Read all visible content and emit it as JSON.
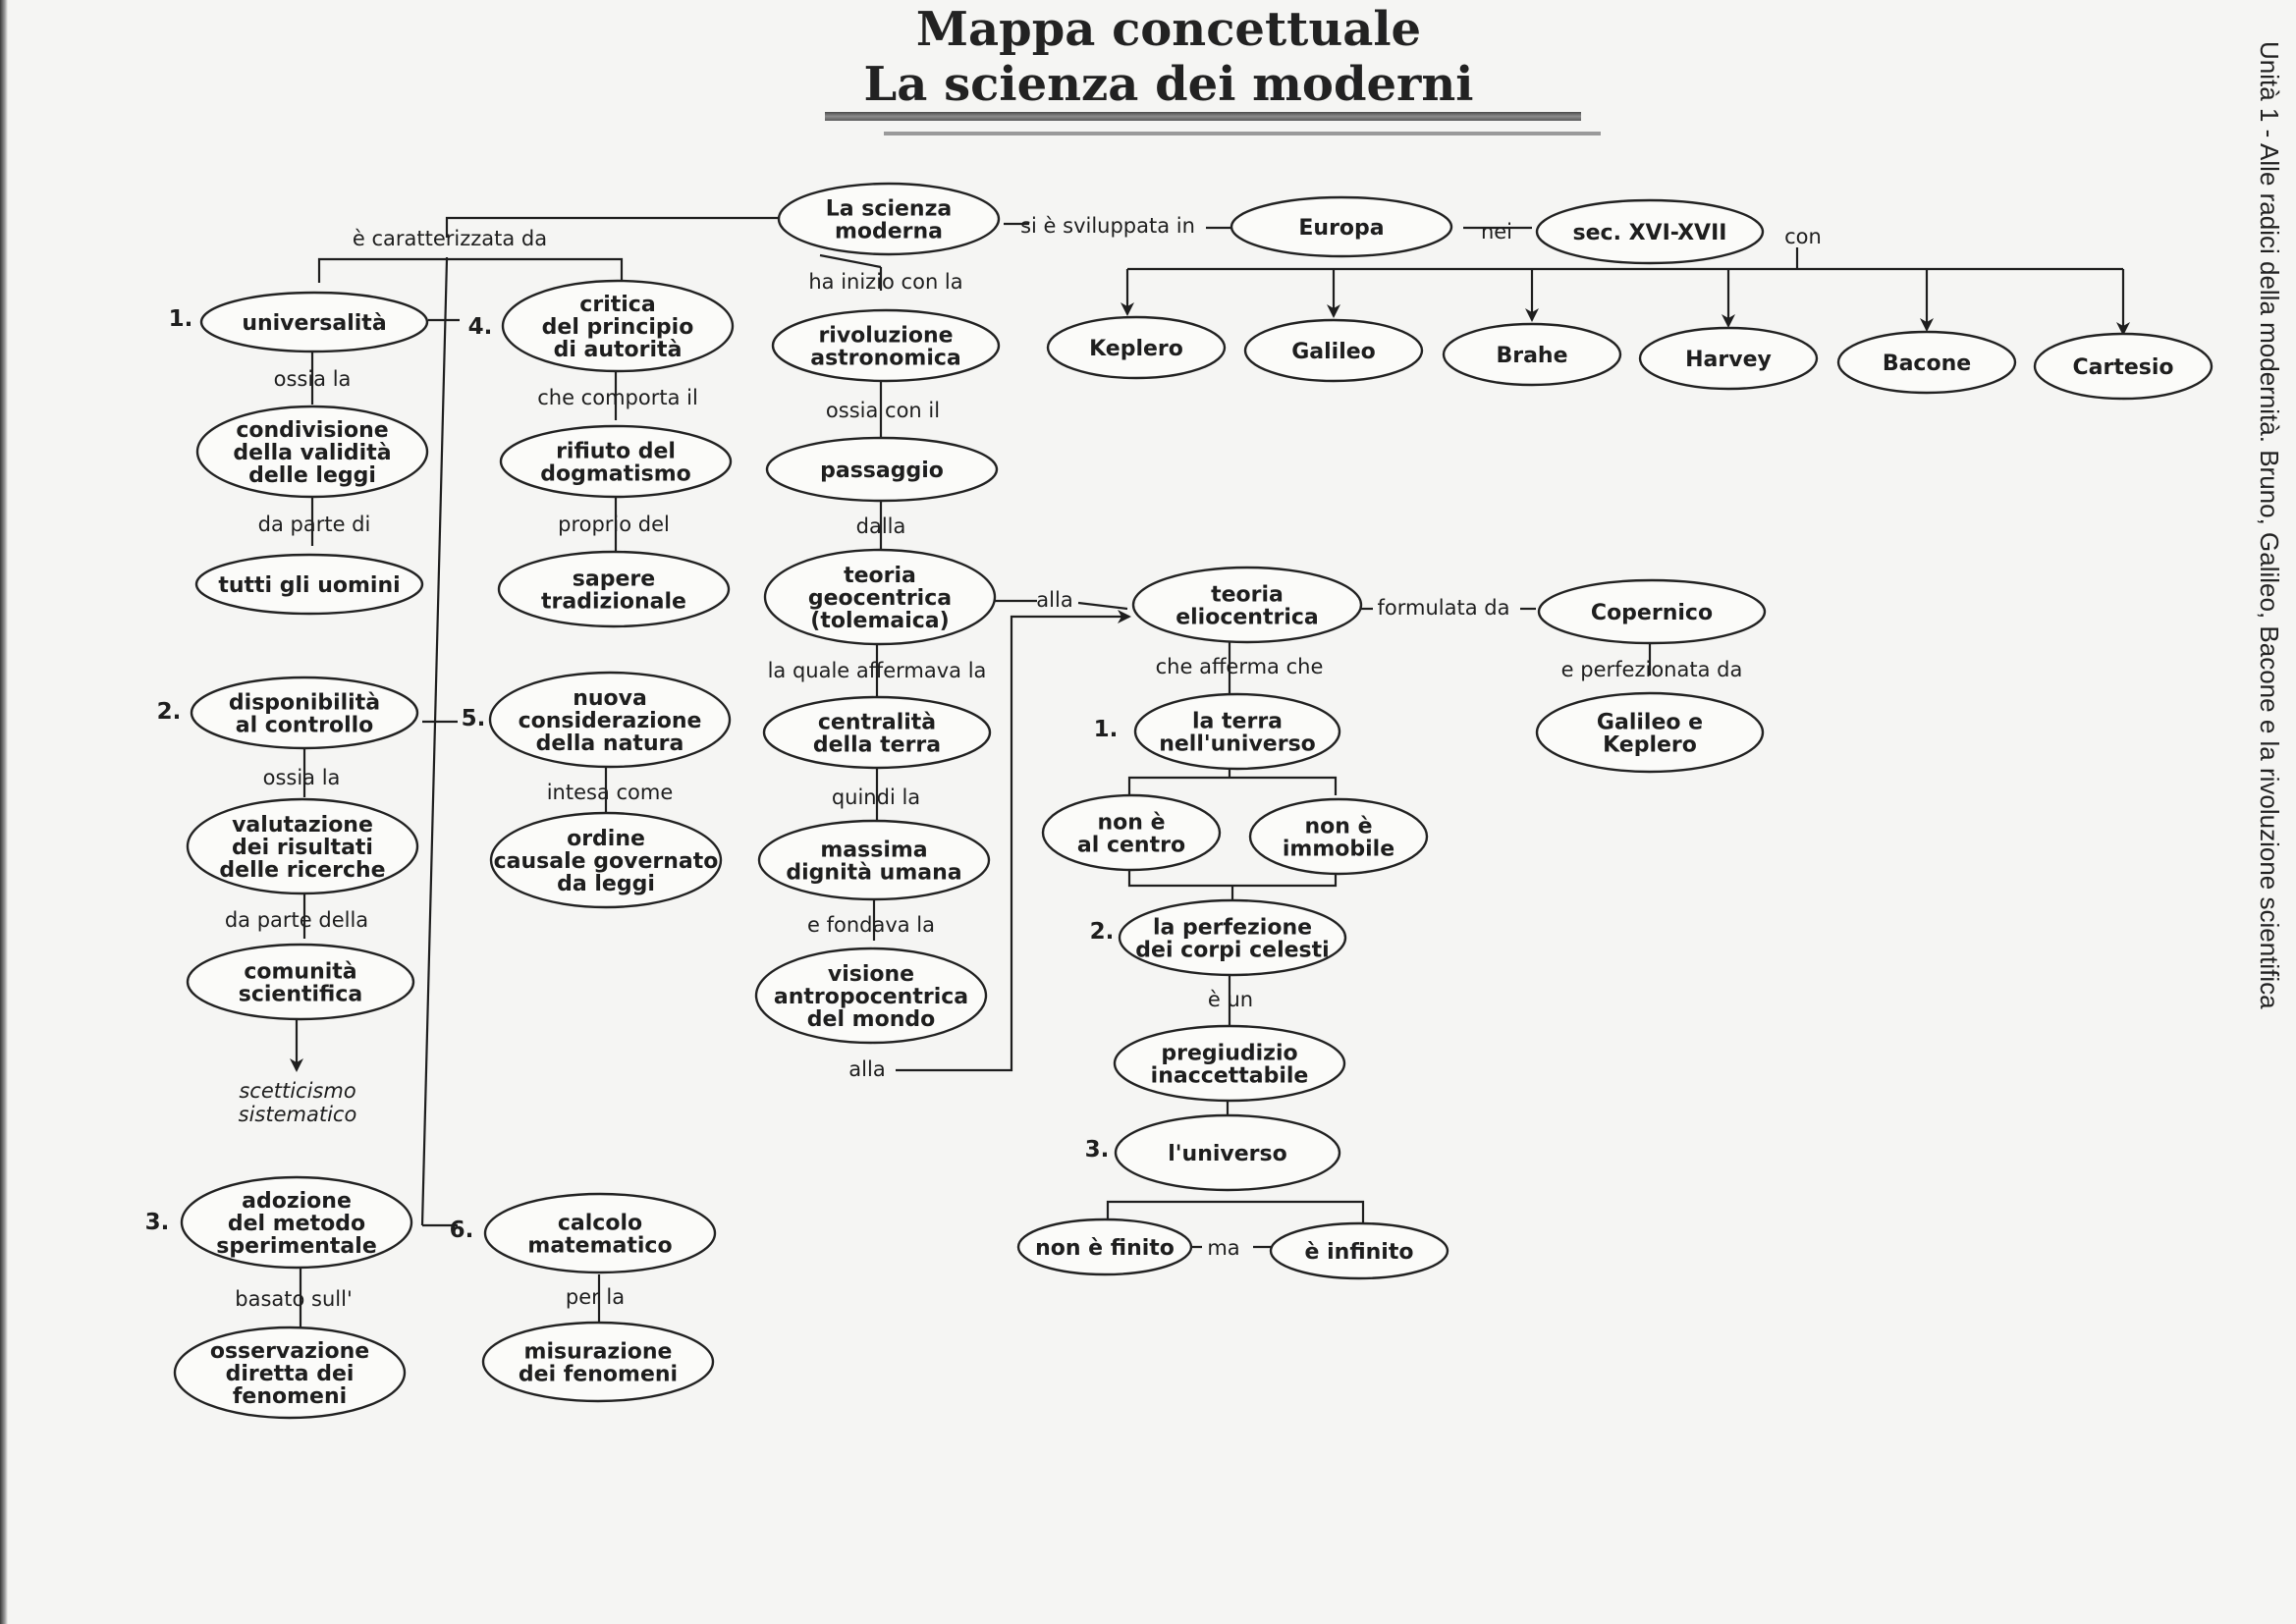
{
  "title": {
    "line1": "Mappa concettuale",
    "line2": "La scienza dei moderni"
  },
  "side_caption": "Unità 1 - Alle radici della modernità. Bruno, Galileo, Bacone e la rivoluzione scientifica",
  "nodes": {
    "root": [
      "La scienza",
      "moderna"
    ],
    "europa": [
      "Europa"
    ],
    "secolo": [
      "sec. XVI-XVII"
    ],
    "keplero": [
      "Keplero"
    ],
    "galileo": [
      "Galileo"
    ],
    "brahe": [
      "Brahe"
    ],
    "harvey": [
      "Harvey"
    ],
    "bacone": [
      "Bacone"
    ],
    "cartesio": [
      "Cartesio"
    ],
    "universalita": [
      "universalità"
    ],
    "condivisione": [
      "condivisione",
      "della validità",
      "delle leggi"
    ],
    "tutti_uomini": [
      "tutti gli uomini"
    ],
    "disponibilita": [
      "disponibilità",
      "al controllo"
    ],
    "valutazione": [
      "valutazione",
      "dei risultati",
      "delle ricerche"
    ],
    "comunita": [
      "comunità",
      "scientifica"
    ],
    "adozione": [
      "adozione",
      "del metodo",
      "sperimentale"
    ],
    "osservazione": [
      "osservazione",
      "diretta dei",
      "fenomeni"
    ],
    "critica": [
      "critica",
      "del principio",
      "di autorità"
    ],
    "rifiuto": [
      "rifiuto del",
      "dogmatismo"
    ],
    "sapere": [
      "sapere",
      "tradizionale"
    ],
    "nuova_considerazione": [
      "nuova",
      "considerazione",
      "della natura"
    ],
    "ordine": [
      "ordine",
      "causale governato",
      "da leggi"
    ],
    "calcolo": [
      "calcolo",
      "matematico"
    ],
    "misurazione": [
      "misurazione",
      "dei fenomeni"
    ],
    "rivoluzione": [
      "rivoluzione",
      "astronomica"
    ],
    "passaggio": [
      "passaggio"
    ],
    "geocentrica": [
      "teoria",
      "geocentrica",
      "(tolemaica)"
    ],
    "centralita": [
      "centralità",
      "della terra"
    ],
    "dignita": [
      "massima",
      "dignità umana"
    ],
    "antropocentrica": [
      "visione",
      "antropocentrica",
      "del mondo"
    ],
    "eliocentrica": [
      "teoria",
      "eliocentrica"
    ],
    "copernico": [
      "Copernico"
    ],
    "galileo_keplero": [
      "Galileo e",
      "Keplero"
    ],
    "terra_universo": [
      "la terra",
      "nell'universo"
    ],
    "non_centro": [
      "non è",
      "al centro"
    ],
    "non_immobile": [
      "non è",
      "immobile"
    ],
    "perfezione": [
      "la perfezione",
      "dei corpi celesti"
    ],
    "pregiudizio": [
      "pregiudizio",
      "inaccettabile"
    ],
    "universo": [
      "l'universo"
    ],
    "non_finito": [
      "non è finito"
    ],
    "infinito": [
      "è infinito"
    ]
  },
  "links": {
    "caratterizzata": "è caratterizzata da",
    "sviluppata": "si è sviluppata in",
    "nei": "nei",
    "con": "con",
    "ossia_la_1": "ossia la",
    "da_parte_di": "da parte di",
    "ossia_la_2": "ossia la",
    "da_parte_della": "da parte della",
    "basato": "basato sull'",
    "comporta": "che comporta il",
    "proprio": "proprio del",
    "intesa": "intesa come",
    "per_la": "per la",
    "ha_inizio": "ha inizio con la",
    "ossia_con": "ossia con il",
    "dalla": "dalla",
    "alla_1": "alla",
    "affermava": "la quale affermava la",
    "quindi": "quindi la",
    "fondava": "e fondava la",
    "alla_2": "alla",
    "formulata": "formulata da",
    "perfezionata": "e perfezionata da",
    "afferma": "che afferma che",
    "e_un": "è un",
    "ma": "ma"
  },
  "numbers": {
    "n1a": "1.",
    "n2a": "2.",
    "n3a": "3.",
    "n4": "4.",
    "n5": "5.",
    "n6": "6.",
    "n1b": "1.",
    "n2b": "2.",
    "n3b": "3."
  },
  "conclusion": [
    "scetticismo",
    "sistematico"
  ]
}
